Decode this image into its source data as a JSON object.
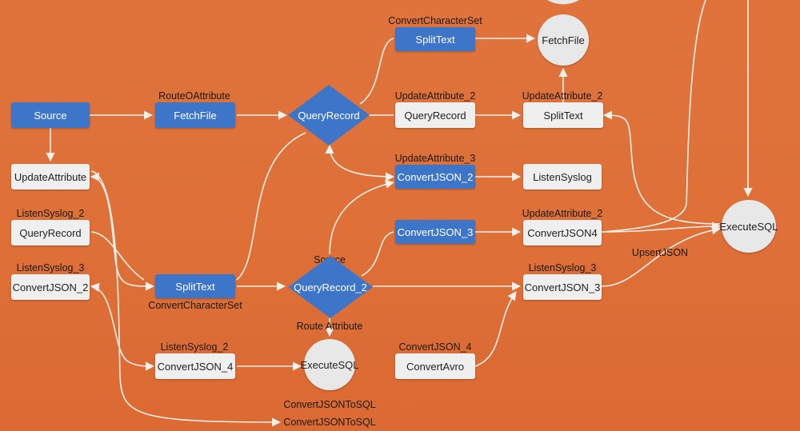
{
  "nodes": {
    "source": "Source",
    "fetchfile_1": "FetchFile",
    "queryrecord_diamond_1": "QueryRecord",
    "splittext_top": "SplitText",
    "fetchfile_circle": "FetchFile",
    "queryrecord_mid": "QueryRecord",
    "splittext_right": "SplitText",
    "updateattribute": "UpdateAttribute",
    "queryrecord_left": "QueryRecord",
    "convertjson_2_left": "ConvertJSON_2",
    "convertjson_2_blue": "ConvertJSON_2",
    "listensyslog": "ListenSyslog",
    "convertjson_3_blue": "ConvertJSON_3",
    "convertjson4": "ConvertJSON4",
    "executesql_right": "ExecuteSQL",
    "splittext_mid": "SplitText",
    "queryrecord_2": "QueryRecord_2",
    "convertjson_3_gray": "ConvertJSON_3",
    "convertjson_4": "ConvertJSON_4",
    "executesql_circle": "ExecuteSQL",
    "convertavro": "ConvertAvro"
  },
  "labels": {
    "convertcharacterset_top": "ConvertCharacterSet",
    "routeoattribute": "RouteOAttribute",
    "updateattribute_2_a": "UpdateAttribute_2",
    "updateattribute_2_b": "UpdateAttribute_2",
    "updateattribute_3": "UpdateAttribute_3",
    "updateattribute_2_c": "UpdateAttribute_2",
    "listensyslog_2_a": "ListenSyslog_2",
    "listensyslog_3_a": "ListenSyslog_3",
    "source_label": "Source",
    "upsertjson": "UpsertJSON",
    "listensyslog_3_b": "ListenSyslog_3",
    "convertcharacterset_mid": "ConvertCharacterSet",
    "route_attribute": "Route Attribute",
    "listensyslog_2_b": "ListenSyslog_2",
    "convertjson_4_label": "ConvertJSON_4",
    "convertjsontosql_a": "ConvertJSONToSQL",
    "convertjsontosql_b": "ConvertJSONToSQL"
  },
  "colors": {
    "background": "#de7038",
    "process_blue": "#3d76c9",
    "process_gray": "#efefef",
    "connector": "#f7f0ea"
  }
}
